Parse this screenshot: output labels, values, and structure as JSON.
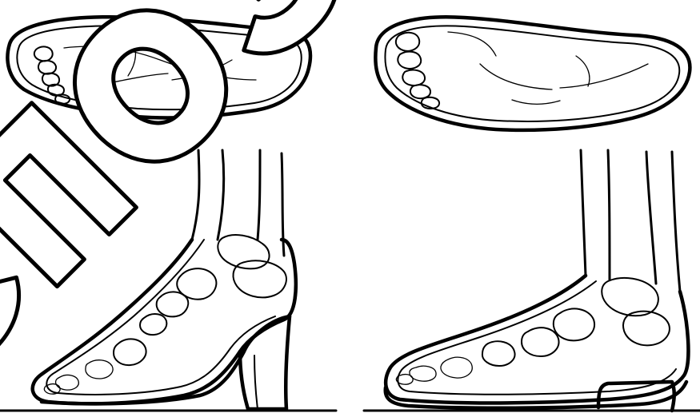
{
  "figure": {
    "panels": [
      {
        "id": "left",
        "description_label": ""
      },
      {
        "id": "right",
        "description_label": ""
      }
    ]
  },
  "watermark": {
    "text": "сПОЗИ",
    "color": "#ffffff",
    "outline_color": "#000000"
  },
  "colors": {
    "ink": "#000000",
    "paper": "#ffffff"
  }
}
